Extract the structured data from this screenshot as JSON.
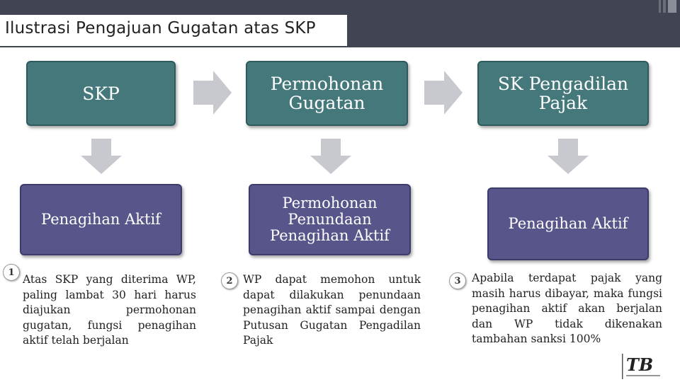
{
  "slide": {
    "title": "Ilustrasi Pengajuan Gugatan atas SKP",
    "columns": [
      {
        "top_box": "SKP",
        "bottom_box": "Penagihan Aktif",
        "number": "1",
        "description": "Atas SKP yang diterima WP, paling lambat 30 hari harus diajukan permohonan gugatan, fungsi penagihan aktif telah berjalan"
      },
      {
        "top_box": "Permohonan Gugatan",
        "bottom_box": "Permohonan Penundaan Penagihan Aktif",
        "number": "2",
        "description": "WP dapat memohon untuk dapat dilakukan penundaan penagihan aktif sampai dengan Putusan Gugatan Pengadilan Pajak"
      },
      {
        "top_box": "SK Pengadilan Pajak",
        "bottom_box": "Penagihan Aktif",
        "number": "3",
        "description": "Apabila terdapat pajak yang masih harus dibayar, maka fungsi penagihan aktif akan berjalan dan WP tidak dikenakan tambahan sanksi 100%"
      }
    ],
    "logo_text": "TB"
  },
  "colors": {
    "header": "#414553",
    "teal_box": "#44787b",
    "purple_box": "#57558a",
    "arrow": "#c8c9cf"
  }
}
